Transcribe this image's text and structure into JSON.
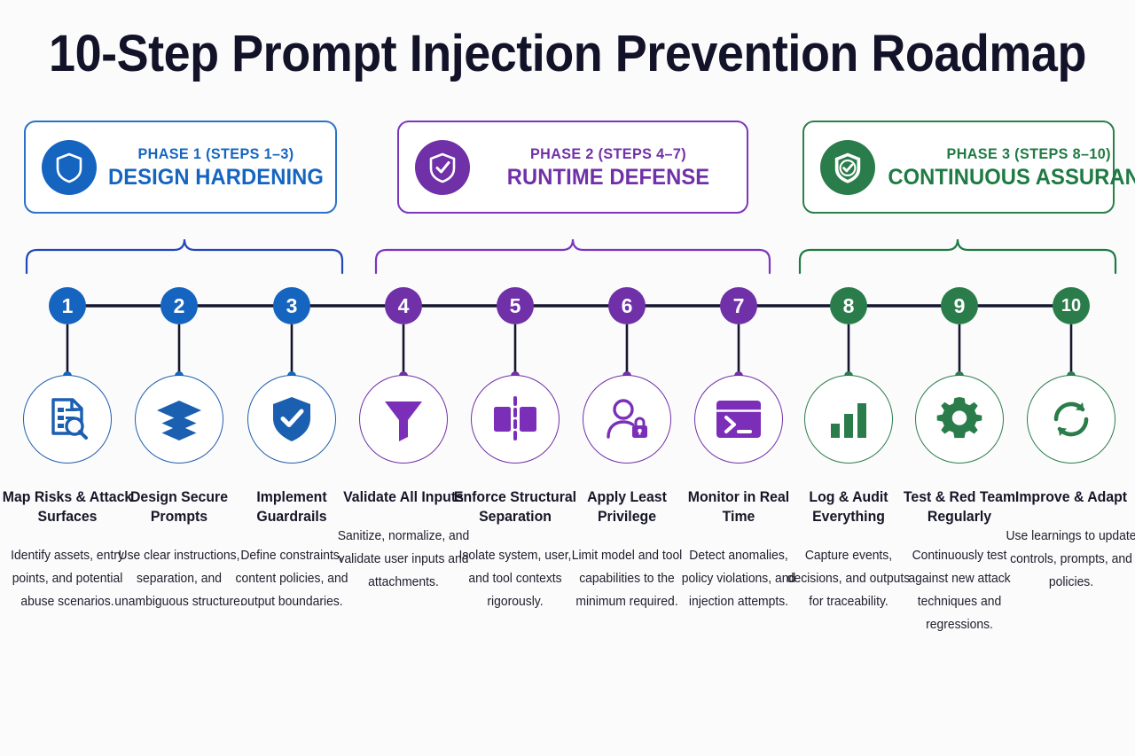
{
  "title": "10-Step Prompt Injection Prevention Roadmap",
  "colors": {
    "background": "#fbfbfc",
    "title": "#121228",
    "phase1": "#1565c0",
    "phase2": "#7030a8",
    "phase3": "#2a7d4a",
    "timeline_line": "#15152e"
  },
  "phases": [
    {
      "kicker": "PHASE 1 (STEPS 1–3)",
      "name": "DESIGN HARDENING",
      "icon": "shield-icon",
      "color": "#1565c0",
      "steps": [
        1,
        2,
        3
      ]
    },
    {
      "kicker": "PHASE 2 (STEPS 4–7)",
      "name": "RUNTIME DEFENSE",
      "icon": "shield-check-icon",
      "color": "#7030a8",
      "steps": [
        4,
        5,
        6,
        7
      ]
    },
    {
      "kicker": "PHASE 3 (STEPS 8–10)",
      "name": "CONTINUOUS ASSURANCE",
      "icon": "shield-check-circle-icon",
      "color": "#2a7d4a",
      "steps": [
        8,
        9,
        10
      ]
    }
  ],
  "steps": [
    {
      "number": "1",
      "title": "Map Risks & Attack Surfaces",
      "description": "Identify assets, entry points, and potential abuse scenarios.",
      "icon": "document-search-icon",
      "phase": 1,
      "color": "#1565c0"
    },
    {
      "number": "2",
      "title": "Design Secure Prompts",
      "description": "Use clear instructions, separation, and unambiguous structure.",
      "icon": "layers-icon",
      "phase": 1,
      "color": "#1565c0"
    },
    {
      "number": "3",
      "title": "Implement Guardrails",
      "description": "Define constraints, content policies, and output boundaries.",
      "icon": "shield-check-icon",
      "phase": 1,
      "color": "#1565c0"
    },
    {
      "number": "4",
      "title": "Validate All Inputs",
      "description": "Sanitize, normalize, and validate user inputs and attachments.",
      "icon": "funnel-icon",
      "phase": 2,
      "color": "#7030a8"
    },
    {
      "number": "5",
      "title": "Enforce Structural Separation",
      "description": "Isolate system, user, and tool contexts rigorously.",
      "icon": "split-panels-icon",
      "phase": 2,
      "color": "#7030a8"
    },
    {
      "number": "6",
      "title": "Apply Least Privilege",
      "description": "Limit model and tool capabilities to the minimum required.",
      "icon": "user-lock-icon",
      "phase": 2,
      "color": "#7030a8"
    },
    {
      "number": "7",
      "title": "Monitor in Real Time",
      "description": "Detect anomalies, policy violations, and injection attempts.",
      "icon": "terminal-icon",
      "phase": 2,
      "color": "#7030a8"
    },
    {
      "number": "8",
      "title": "Log & Audit Everything",
      "description": "Capture events, decisions, and outputs for traceability.",
      "icon": "bar-chart-icon",
      "phase": 3,
      "color": "#2a7d4a"
    },
    {
      "number": "9",
      "title": "Test & Red Team Regularly",
      "description": "Continuously test against new attack techniques and regressions.",
      "icon": "gear-icon",
      "phase": 3,
      "color": "#2a7d4a"
    },
    {
      "number": "10",
      "title": "Improve & Adapt",
      "description": "Use learnings to update controls, prompts, and policies.",
      "icon": "refresh-cycle-icon",
      "phase": 3,
      "color": "#2a7d4a"
    }
  ]
}
